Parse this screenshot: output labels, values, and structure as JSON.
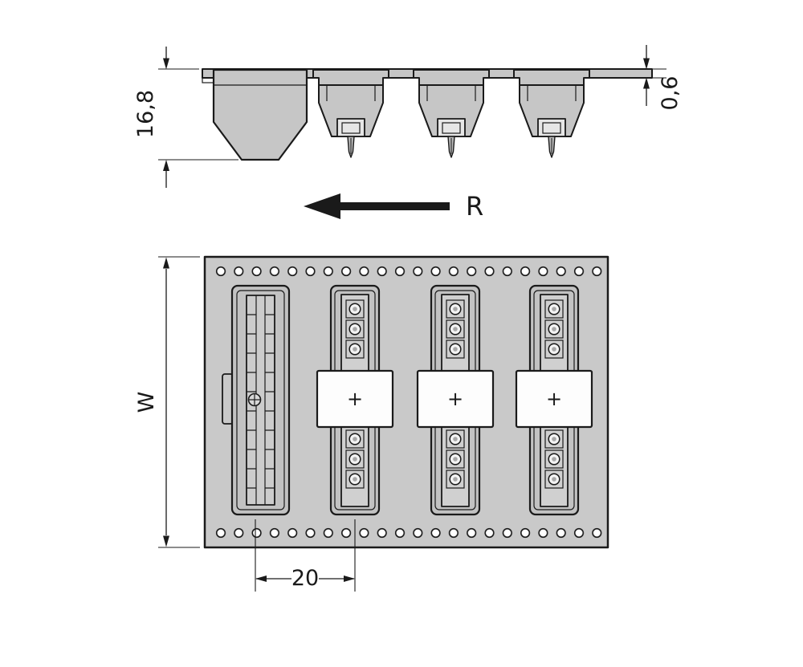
{
  "drawing": {
    "description": "connector-on-carrier-tape-technical-drawing",
    "side_view": {
      "dim_height": {
        "label": "16,8",
        "orientation": "vertical"
      },
      "dim_thickness": {
        "label": "0,6",
        "orientation": "vertical"
      },
      "direction": {
        "label": "R",
        "points": "left"
      }
    },
    "top_view": {
      "dim_width": {
        "label": "W",
        "orientation": "vertical"
      },
      "dim_pitch": {
        "label": "20",
        "orientation": "horizontal"
      },
      "pocket_marker": "+",
      "pocket_count": 4,
      "sprocket_hole_rows": 2
    },
    "colors": {
      "tape_gray": "#c9c9c9",
      "pocket_gray": "#c2c2c2",
      "part_gray": "#c6c6c6",
      "outline": "#1a1a1a",
      "white": "#ffffff",
      "background": "#ffffff"
    }
  }
}
